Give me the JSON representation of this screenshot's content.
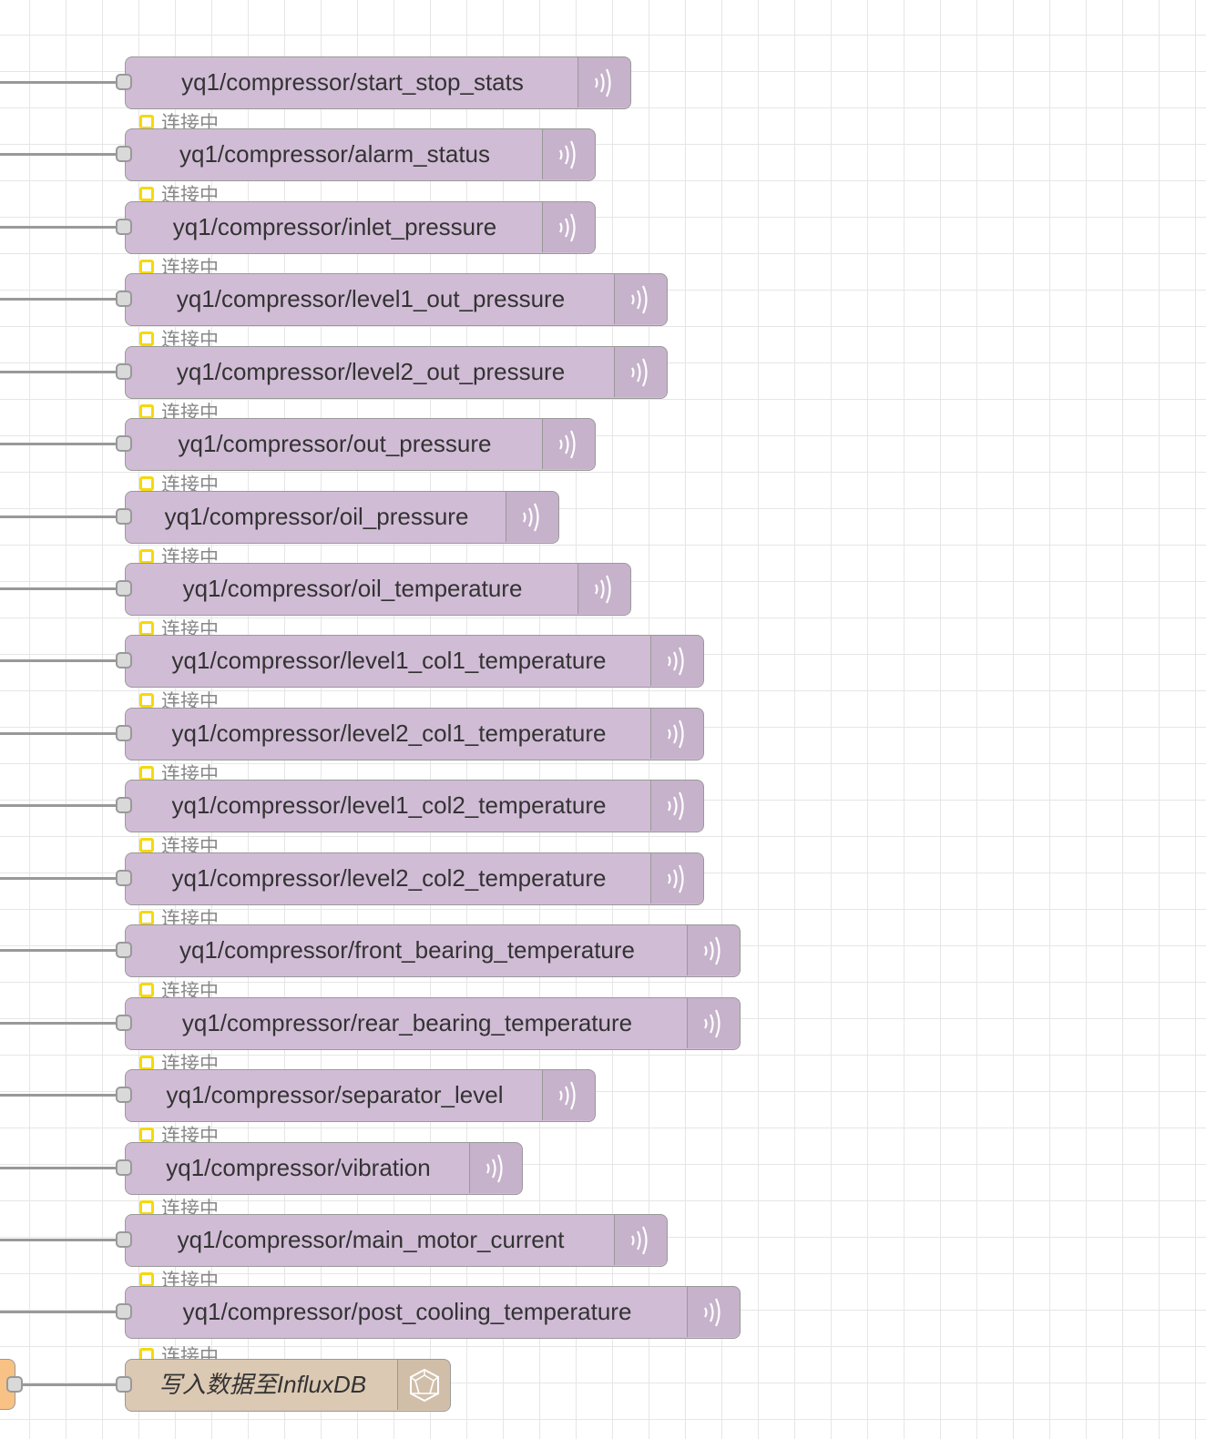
{
  "canvas": {
    "grid": "on",
    "colors": {
      "mqtt_node": "#d1bcd6",
      "influx_node": "#dcc9b3",
      "status_dot": "#f5d90a",
      "wire": "#999999",
      "upstream_node": "#f8c285"
    }
  },
  "mqtt_nodes": [
    {
      "topic": "yq1/compressor/start_stop_stats",
      "status": "连接中",
      "icon": "mqtt-radio-icon"
    },
    {
      "topic": "yq1/compressor/alarm_status",
      "status": "连接中",
      "icon": "mqtt-radio-icon"
    },
    {
      "topic": "yq1/compressor/inlet_pressure",
      "status": "连接中",
      "icon": "mqtt-radio-icon"
    },
    {
      "topic": "yq1/compressor/level1_out_pressure",
      "status": "连接中",
      "icon": "mqtt-radio-icon"
    },
    {
      "topic": "yq1/compressor/level2_out_pressure",
      "status": "连接中",
      "icon": "mqtt-radio-icon"
    },
    {
      "topic": "yq1/compressor/out_pressure",
      "status": "连接中",
      "icon": "mqtt-radio-icon"
    },
    {
      "topic": "yq1/compressor/oil_pressure",
      "status": "连接中",
      "icon": "mqtt-radio-icon"
    },
    {
      "topic": "yq1/compressor/oil_temperature",
      "status": "连接中",
      "icon": "mqtt-radio-icon"
    },
    {
      "topic": "yq1/compressor/level1_col1_temperature",
      "status": "连接中",
      "icon": "mqtt-radio-icon"
    },
    {
      "topic": "yq1/compressor/level2_col1_temperature",
      "status": "连接中",
      "icon": "mqtt-radio-icon"
    },
    {
      "topic": "yq1/compressor/level1_col2_temperature",
      "status": "连接中",
      "icon": "mqtt-radio-icon"
    },
    {
      "topic": "yq1/compressor/level2_col2_temperature",
      "status": "连接中",
      "icon": "mqtt-radio-icon"
    },
    {
      "topic": "yq1/compressor/front_bearing_temperature",
      "status": "连接中",
      "icon": "mqtt-radio-icon"
    },
    {
      "topic": "yq1/compressor/rear_bearing_temperature",
      "status": "连接中",
      "icon": "mqtt-radio-icon"
    },
    {
      "topic": "yq1/compressor/separator_level",
      "status": "连接中",
      "icon": "mqtt-radio-icon"
    },
    {
      "topic": "yq1/compressor/vibration",
      "status": "连接中",
      "icon": "mqtt-radio-icon"
    },
    {
      "topic": "yq1/compressor/main_motor_current",
      "status": "连接中",
      "icon": "mqtt-radio-icon"
    },
    {
      "topic": "yq1/compressor/post_cooling_temperature",
      "status": "连接中",
      "icon": "mqtt-radio-icon"
    }
  ],
  "influx_node": {
    "label": "写入数据至InfluxDB",
    "icon": "influxdb-icon"
  }
}
